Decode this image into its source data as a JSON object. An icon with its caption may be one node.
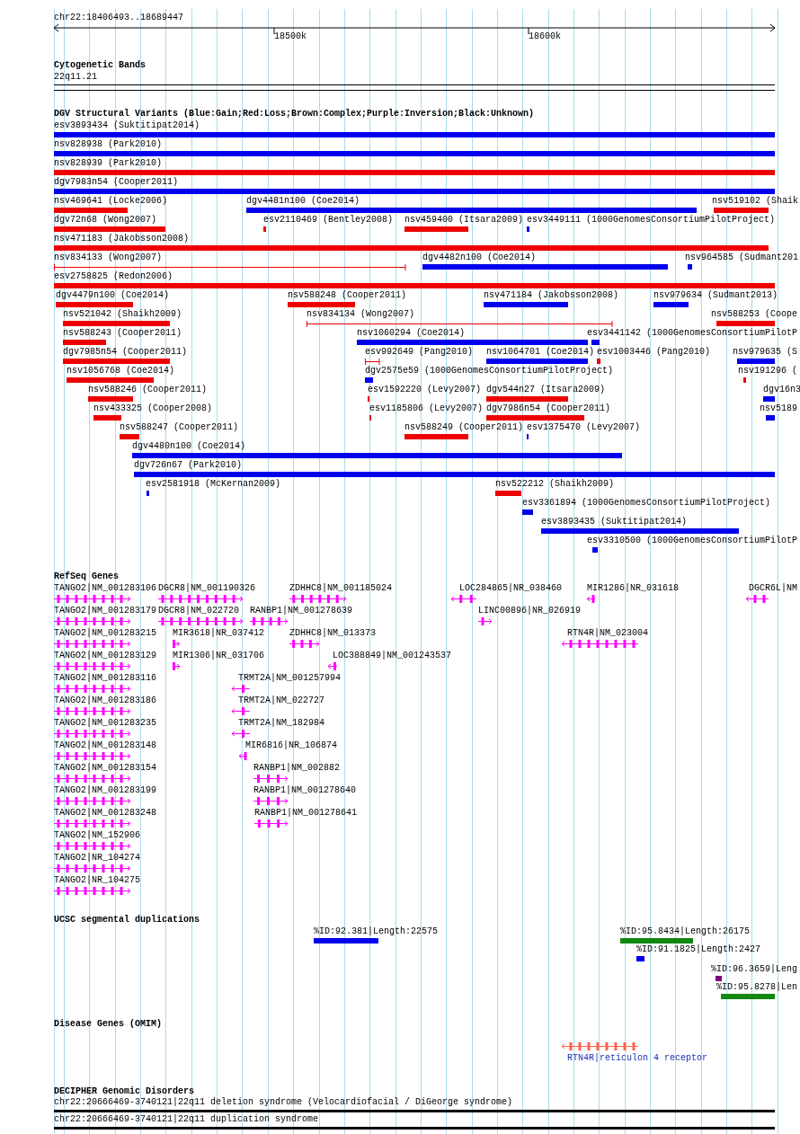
{
  "diagram": {
    "labels": [
      "chr22:18406493..18689447",
      "18500k",
      "18600k",
      "Cytogenetic Bands",
      "22q11.21",
      "DGV Structural Variants (Blue:Gain;Red:Loss;Brown:Complex;Purple:Inversion;Black:Unknown)",
      "esv3893434 (Suktitipat2014)",
      "nsv828938 (Park2010)",
      "nsv828939 (Park2010)",
      "dgv7983n54 (Cooper2011)",
      "nsv469641 (Locke2006)",
      "dgv4481n100 (Coe2014)",
      "nsv519102 (Shaik",
      "dgv72n68 (Wong2007)",
      "esv2110469 (Bentley2008)",
      "nsv459400 (Itsara2009)",
      "esv3449111 (1000GenomesConsortiumPilotProject)",
      "nsv471183 (Jakobsson2008)",
      "nsv834133 (Wong2007)",
      "dgv4482n100 (Coe2014)",
      "nsv964585 (Sudmant201",
      "esv2758825 (Redon2006)",
      "dgv4479n100 (Coe2014)",
      "nsv588248 (Cooper2011)",
      "nsv471184 (Jakobsson2008)",
      "nsv979634 (Sudmant2013)",
      "nsv521042 (Shaikh2009)",
      "nsv834134 (Wong2007)",
      "nsv588253 (Coope",
      "nsv588243 (Cooper2011)",
      "nsv1060294 (Coe2014)",
      "esv3441142 (1000GenomesConsortiumPilotP",
      "dgv7985n54 (Cooper2011)",
      "esv992649 (Pang2010)",
      "nsv1064701 (Coe2014)",
      "esv1003446 (Pang2010)",
      "nsv979635 (S",
      "nsv1056768 (Coe2014)",
      "dgv2575e59 (1000GenomesConsortiumPilotProject)",
      "nsv191296 (",
      "nsv588246 (Cooper2011)",
      "esv1592220 (Levy2007)",
      "dgv544n27 (Itsara2009)",
      "dgv16n3",
      "nsv433325 (Cooper2008)",
      "esv1185806 (Levy2007)",
      "dgv7986n54 (Cooper2011)",
      "nsv5189",
      "nsv588247 (Cooper2011)",
      "nsv588249 (Cooper2011)",
      "esv1375470 (Levy2007)",
      "dgv4480n100 (Coe2014)",
      "dgv726n67 (Park2010)",
      "esv2581918 (McKernan2009)",
      "nsv522212 (Shaikh2009)",
      "esv3361894 (1000GenomesConsortiumPilotProject)",
      "esv3893435 (Suktitipat2014)",
      "esv3310500 (1000GenomesConsortiumPilotP",
      "RefSeq Genes",
      "TANGO2|NM_001283106",
      "DGCR8|NM_001190326",
      "ZDHHC8|NM_001185024",
      "LOC284865|NR_038460",
      "MIR1286|NR_031618",
      "DGCR6L|NM",
      "TANGO2|NM_001283179",
      "DGCR8|NM_022720",
      "RANBP1|NM_001278639",
      "LINC00896|NR_026919",
      "TANGO2|NM_001283215",
      "MIR3618|NR_037412",
      "ZDHHC8|NM_013373",
      "RTN4R|NM_023004",
      "TANGO2|NM_001283129",
      "MIR1306|NR_031706",
      "LOC388849|NM_001243537",
      "TANGO2|NM_001283116",
      "TRMT2A|NM_001257994",
      "TANGO2|NM_001283186",
      "TRMT2A|NM_022727",
      "TANGO2|NM_001283235",
      "TRMT2A|NM_182984",
      "TANGO2|NM_001283148",
      "MIR6816|NR_106874",
      "TANGO2|NM_001283154",
      "RANBP1|NM_002882",
      "TANGO2|NM_001283199",
      "RANBP1|NM_001278640",
      "TANGO2|NM_001283248",
      "RANBP1|NM_001278641",
      "TANGO2|NM_152906",
      "TANGO2|NR_104274",
      "TANGO2|NR_104275",
      "UCSC segmental duplications",
      "%ID:92.381|Length:22575",
      "%ID:95.8434|Length:26175",
      "%ID:91.1825|Length:2427",
      "%ID:96.3659|Leng",
      "%ID:95.8278|Len",
      "Disease Genes (OMIM)",
      "RTN4R|reticulon 4 receptor",
      "DECIPHER Genomic Disorders",
      "chr22:20666469-3740121|22q11 deletion syndrome (Velocardiofacial / DiGeorge syndrome)",
      "chr22:20666469-3740121|22q11 duplication syndrome"
    ]
  }
}
